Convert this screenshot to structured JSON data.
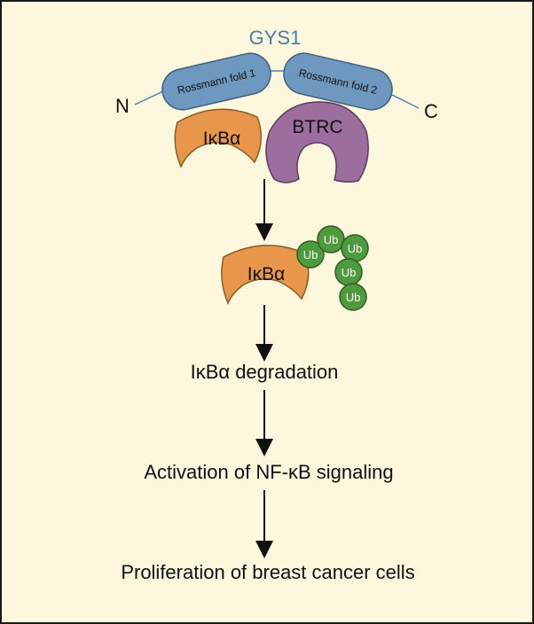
{
  "diagram": {
    "protein_name": "GYS1",
    "n_terminus": "N",
    "c_terminus": "C",
    "domain1": "Rossmann fold 1",
    "domain2": "Rossmann fold 2",
    "ikba": "IκBα",
    "btrc": "BTRC",
    "ubiquitin": "Ub",
    "step1": "IκBα degradation",
    "step2": "Activation of NF-κB signaling",
    "step3": "Proliferation of breast cancer cells"
  },
  "colors": {
    "background": "#fdf7de",
    "gys1_text": "#4a7fa8",
    "rossmann_fill": "#6e98bf",
    "ikba_fill": "#e8974a",
    "btrc_fill": "#9b6e9e",
    "ub_fill": "#4f9a3e"
  }
}
